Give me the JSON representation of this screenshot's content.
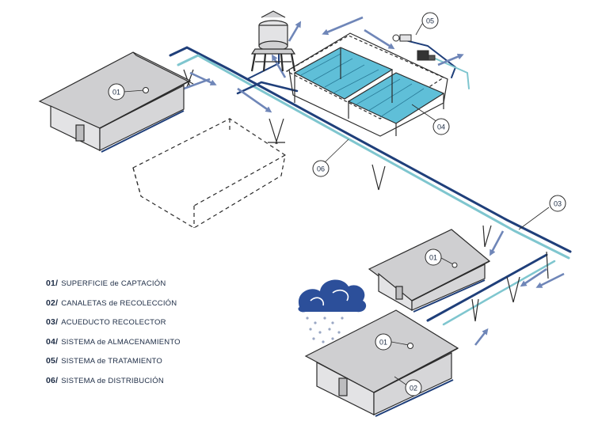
{
  "legend": [
    {
      "num": "01/",
      "text": "SUPERFICIE de CAPTACIÓN"
    },
    {
      "num": "02/",
      "text": "CANALETAS de RECOLECCIÓN"
    },
    {
      "num": "03/",
      "text": "ACUEDUCTO RECOLECTOR"
    },
    {
      "num": "04/",
      "text": "SISTEMA de ALMACENAMIENTO"
    },
    {
      "num": "05/",
      "text": "SISTEMA de TRATAMIENTO"
    },
    {
      "num": "06/",
      "text": "SISTEMA de DISTRIBUCIÓN"
    }
  ],
  "callouts": {
    "house_top": "01",
    "house_mid": "01",
    "house_bottom": "01",
    "gutter_bottom": "02",
    "aqueduct": "03",
    "storage": "04",
    "treatment": "05",
    "distribution": "06"
  },
  "colors": {
    "outline": "#2b2b2b",
    "roof": "#cfcfd1",
    "wall": "#e3e3e5",
    "pipe_dark": "#1f3f7a",
    "pipe_light": "#7fc6cf",
    "arrow": "#6f86b8",
    "water": "#5fbfd8",
    "cloud": "#2c4f9a"
  }
}
